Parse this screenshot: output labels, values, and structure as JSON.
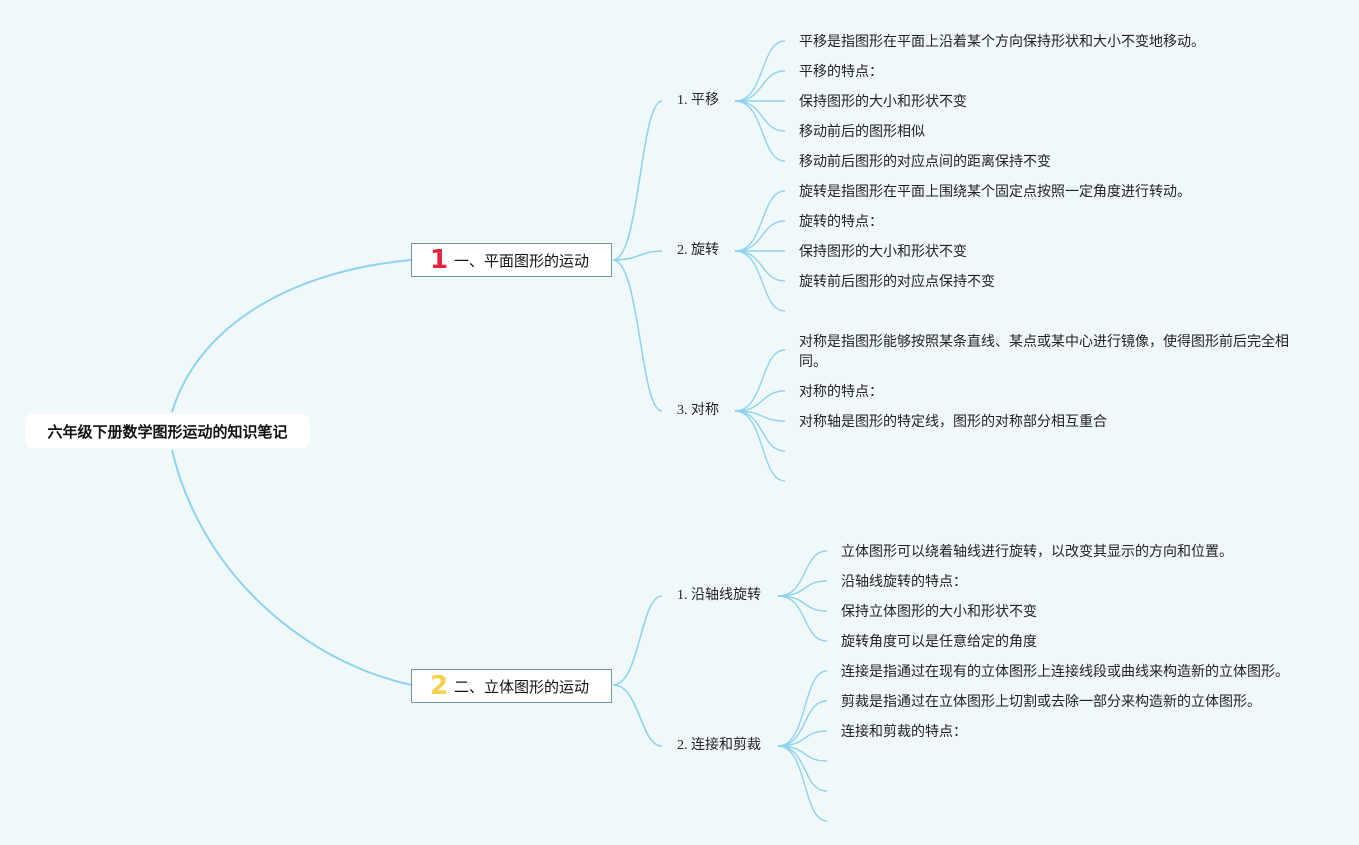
{
  "root": {
    "title": "六年级下册数学图形运动的知识笔记"
  },
  "sections": [
    {
      "number": "1",
      "number_color": "#e3263b",
      "title": "一、平面图形的运动",
      "topics": [
        {
          "title": "1. 平移",
          "leaves": [
            "平移是指图形在平面上沿着某个方向保持形状和大小不变地移动。",
            "平移的特点：",
            "保持图形的大小和形状不变",
            "移动前后的图形相似",
            "移动前后图形的对应点间的距离保持不变"
          ]
        },
        {
          "title": "2. 旋转",
          "leaves": [
            "旋转是指图形在平面上围绕某个固定点按照一定角度进行转动。",
            "旋转的特点：",
            "保持图形的大小和形状不变",
            "旋转前后图形的对应点保持不变",
            ""
          ]
        },
        {
          "title": "3. 对称",
          "leaves": [
            "对称是指图形能够按照某条直线、某点或某中心进行镜像，使得图形前后完全相同。",
            "对称的特点：",
            "对称轴是图形的特定线，图形的对称部分相互重合",
            "",
            ""
          ]
        }
      ]
    },
    {
      "number": "2",
      "number_color": "#f5d04a",
      "title": "二、立体图形的运动",
      "topics": [
        {
          "title": "1. 沿轴线旋转",
          "leaves": [
            "立体图形可以绕着轴线进行旋转，以改变其显示的方向和位置。",
            "沿轴线旋转的特点：",
            "保持立体图形的大小和形状不变",
            "旋转角度可以是任意给定的角度"
          ]
        },
        {
          "title": "2. 连接和剪裁",
          "leaves": [
            "连接是指通过在现有的立体图形上连接线段或曲线来构造新的立体图形。",
            "剪裁是指通过在立体图形上切割或去除一部分来构造新的立体图形。",
            "连接和剪裁的特点：",
            "",
            "",
            ""
          ]
        }
      ]
    }
  ],
  "colors": {
    "line": "#8fd3ef",
    "background": "#f1f8fa",
    "section_border": "#6f9a9a"
  }
}
